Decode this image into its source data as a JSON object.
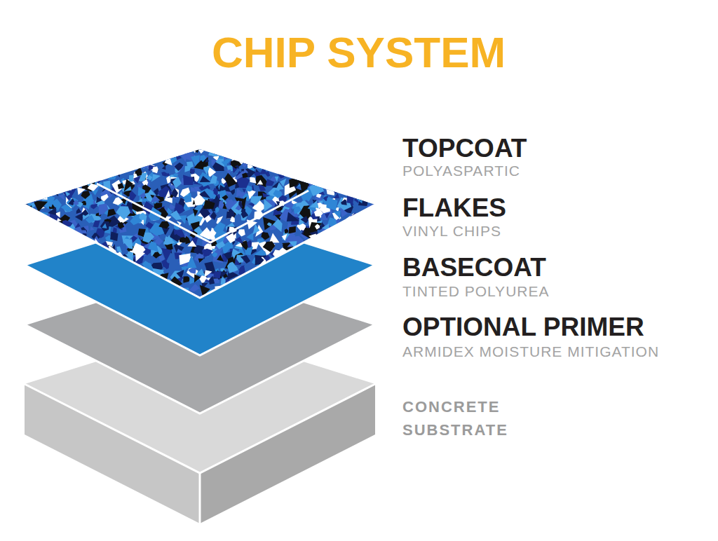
{
  "diagram": {
    "title": "CHIP SYSTEM",
    "labels": [
      "TOPCOAT",
      "POLYASPARTIC",
      "FLAKES",
      "VINYL CHIPS",
      "BASECOAT",
      "TINTED POLYUREA",
      "OPTIONAL PRIMER",
      "ARMIDEX MOISTURE MITIGATION",
      "CONCRETE SUBSTRATE"
    ]
  }
}
